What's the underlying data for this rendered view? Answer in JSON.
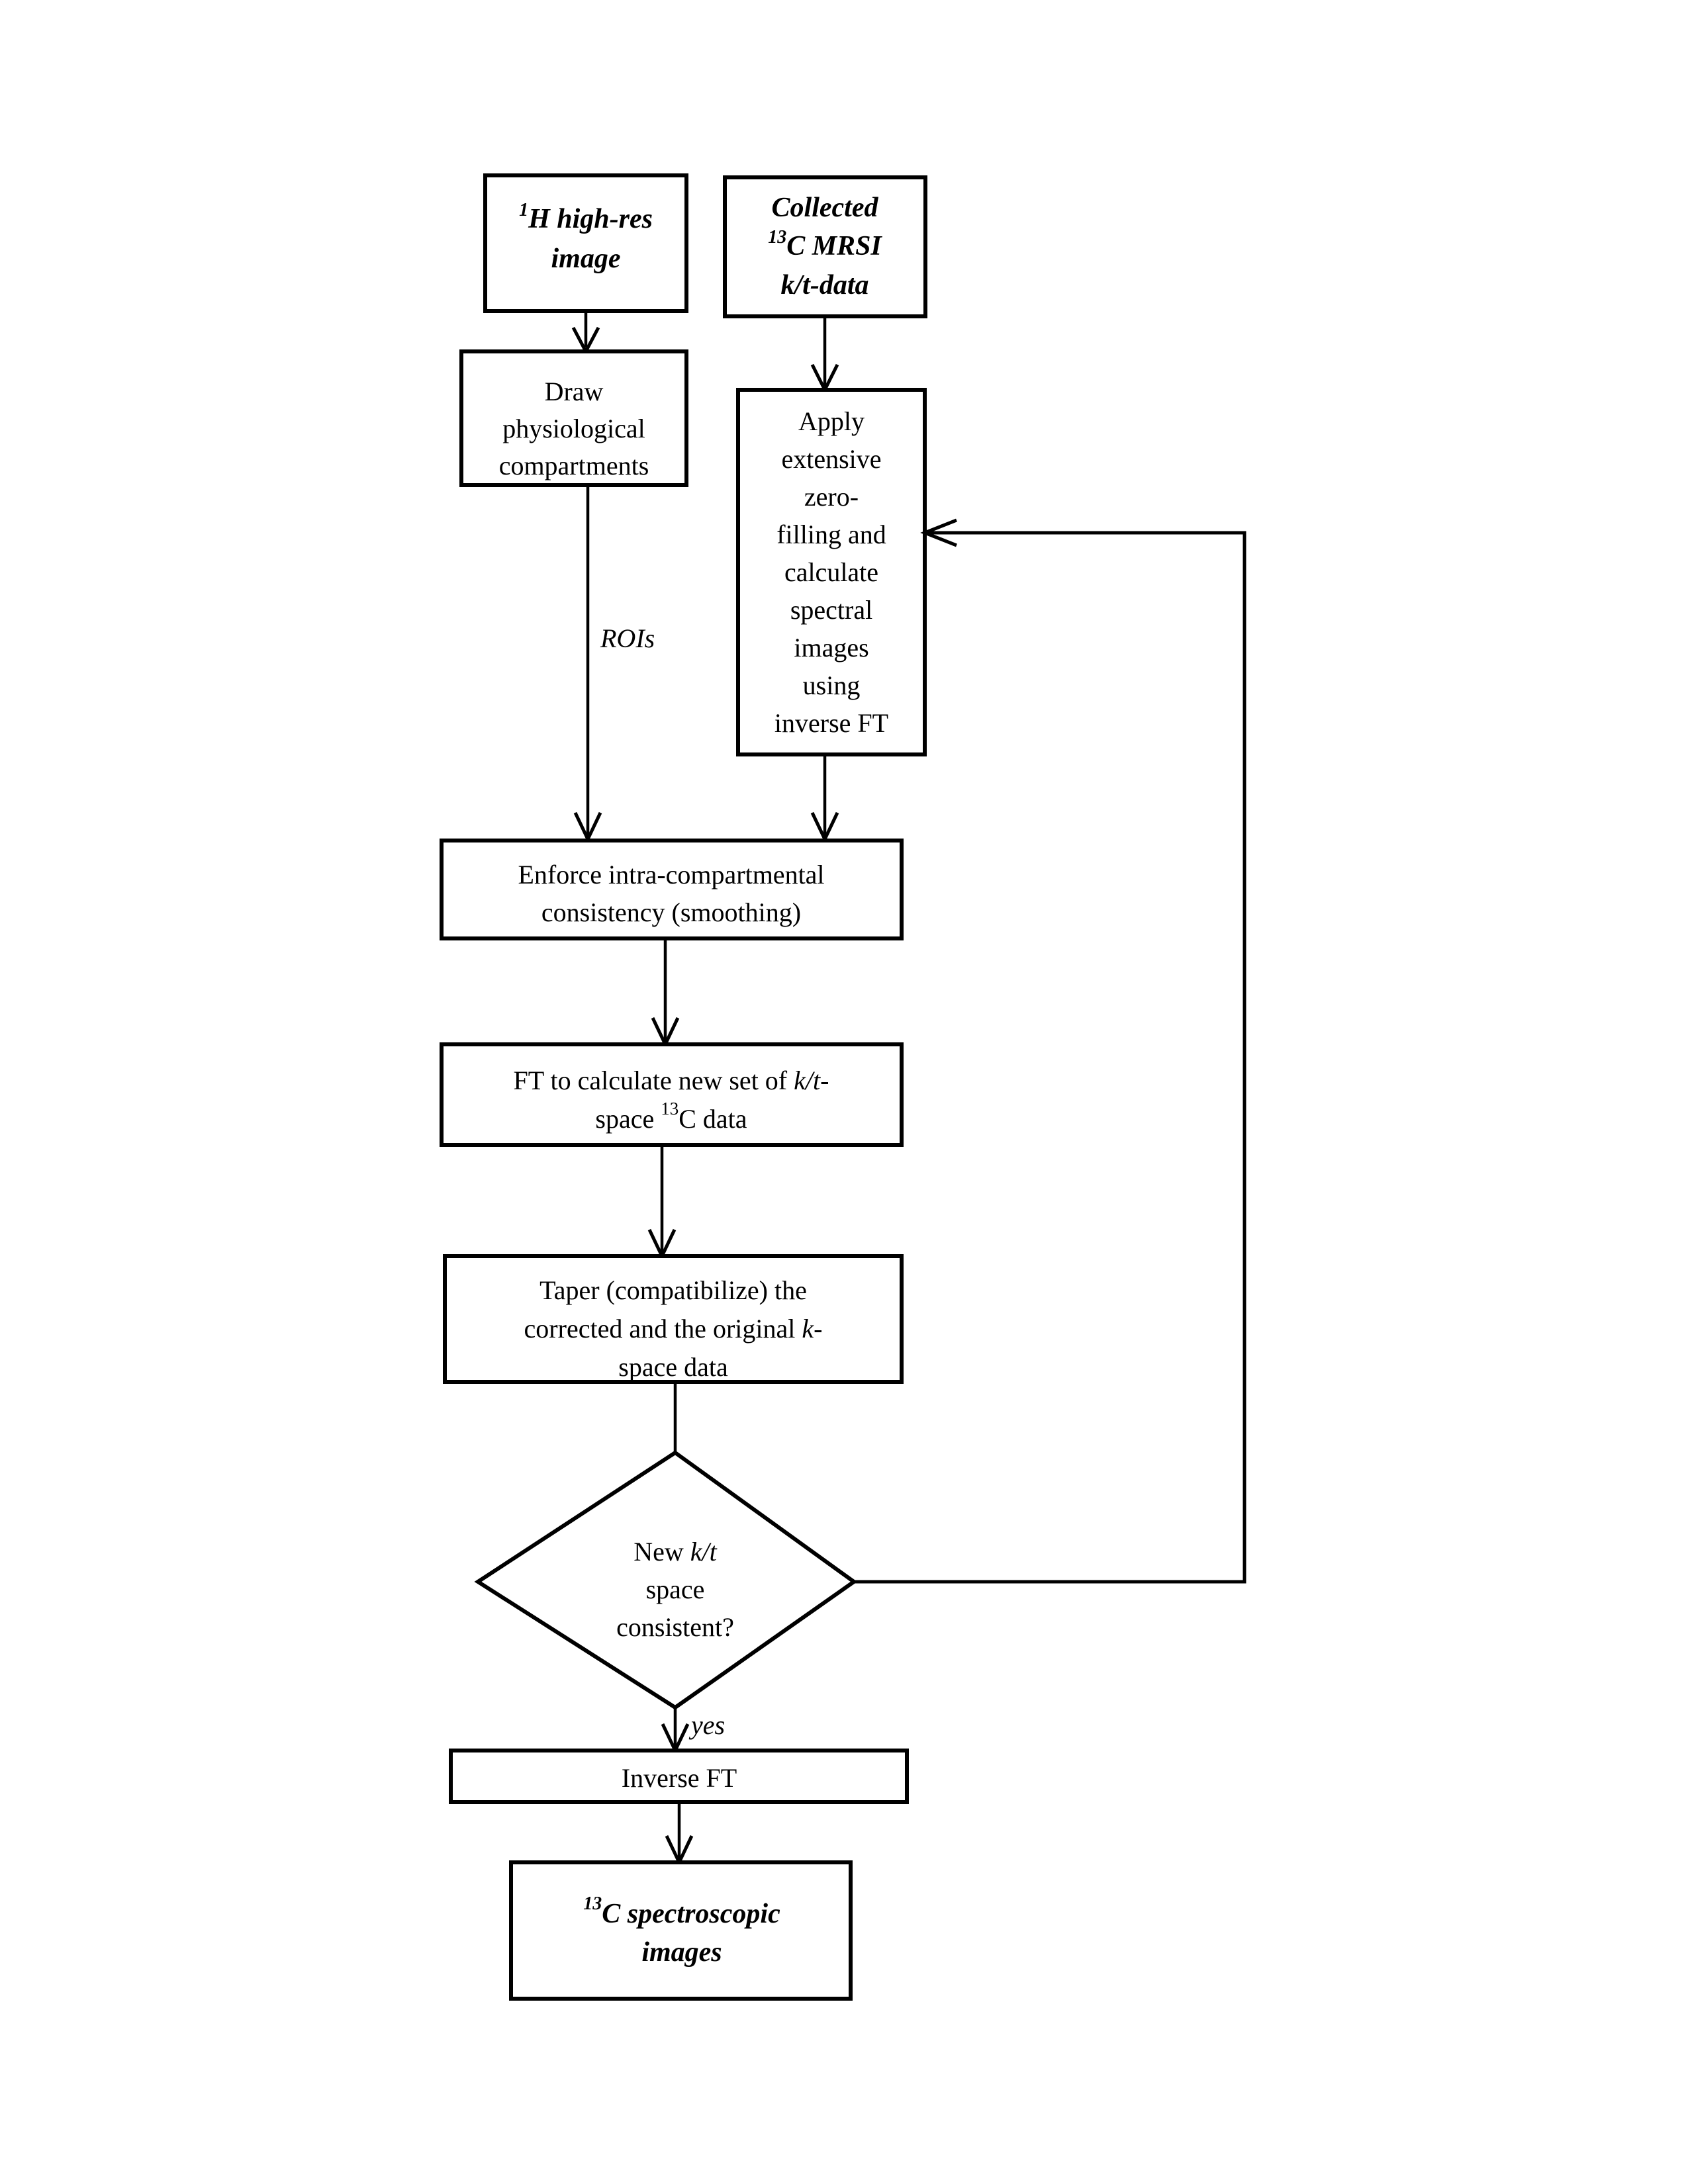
{
  "diagram": {
    "title": "13C MRSI spectral-spatial reconstruction flowchart",
    "background_color": "#ffffff",
    "line_color": "#000000",
    "nodes": {
      "h_image": {
        "superscript": "1",
        "line1": "H high-res",
        "line2": "image",
        "shape": "rect",
        "style": "bold-italic"
      },
      "collected_data": {
        "line1": "Collected",
        "superscript": "13",
        "line2": "C MRSI",
        "line3": "k/t-data",
        "shape": "rect",
        "style": "bold-italic"
      },
      "draw_compartments": {
        "line1": "Draw",
        "line2": "physiological",
        "line3": "compartments",
        "shape": "rect",
        "style": "regular"
      },
      "apply_zerofill": {
        "line1": "Apply",
        "line2": "extensive",
        "line3": "zero-",
        "line4": "filling and",
        "line5": "calculate",
        "line6": "spectral",
        "line7": "images",
        "line8": "using",
        "line9": "inverse FT",
        "shape": "rect",
        "style": "regular"
      },
      "enforce_consistency": {
        "line1": "Enforce intra-compartmental",
        "line2": "consistency (smoothing)",
        "shape": "rect",
        "style": "regular"
      },
      "ft_calculate": {
        "line1_a": "FT to calculate new set of ",
        "line1_italic": "k/t",
        "line1_b": "-",
        "line2_a": "space ",
        "line2_superscript": "13",
        "line2_b": "C data",
        "shape": "rect",
        "style": "regular"
      },
      "taper": {
        "line1": "Taper (compatibilize) the",
        "line2_a": "corrected and the original ",
        "line2_italic": "k",
        "line2_b": "-",
        "line3": "space data",
        "shape": "rect",
        "style": "regular"
      },
      "decision": {
        "line1_a": "New ",
        "line1_italic": "k/t",
        "line2": "space",
        "line3": "consistent?",
        "shape": "diamond",
        "style": "regular"
      },
      "inverse_ft": {
        "line1": "Inverse FT",
        "shape": "rect",
        "style": "regular"
      },
      "spectroscopic_images": {
        "superscript": "13",
        "line1": "C spectroscopic",
        "line2": "images",
        "shape": "rect",
        "style": "bold-italic"
      }
    },
    "edge_labels": {
      "rois": "ROIs",
      "yes": "yes"
    }
  }
}
